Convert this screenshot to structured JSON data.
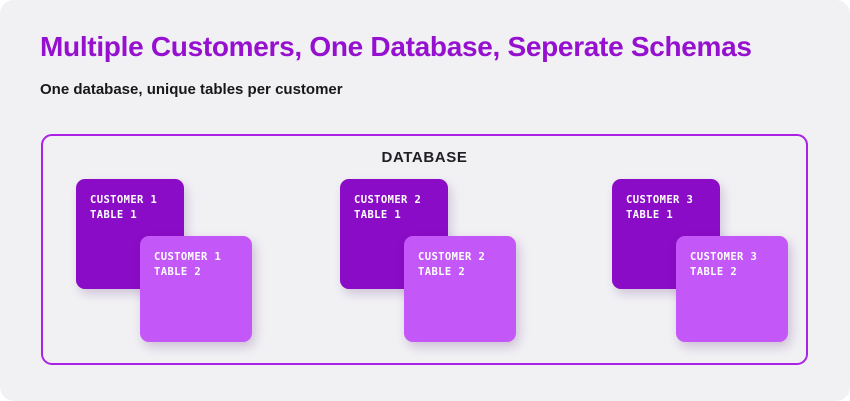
{
  "header": {
    "title": "Multiple Customers, One Database, Seperate Schemas",
    "subtitle": "One database, unique tables per customer",
    "title_color": "#9510cf",
    "subtitle_color": "#18181b"
  },
  "diagram": {
    "container_label": "DATABASE",
    "container_border_color": "#aa22e6",
    "background_color": "#f1f1f4",
    "card_back_color": "#8b0cc6",
    "card_front_color": "#c457f7",
    "card_text_color": "#ffffff",
    "groups": [
      {
        "name": "customer-1",
        "back_card": {
          "line1": "CUSTOMER 1",
          "line2": "TABLE 1"
        },
        "front_card": {
          "line1": "CUSTOMER 1",
          "line2": "TABLE 2"
        }
      },
      {
        "name": "customer-2",
        "back_card": {
          "line1": "CUSTOMER 2",
          "line2": "TABLE 1"
        },
        "front_card": {
          "line1": "CUSTOMER 2",
          "line2": "TABLE 2"
        }
      },
      {
        "name": "customer-3",
        "back_card": {
          "line1": "CUSTOMER 3",
          "line2": "TABLE 1"
        },
        "front_card": {
          "line1": "CUSTOMER 3",
          "line2": "TABLE 2"
        }
      }
    ]
  }
}
